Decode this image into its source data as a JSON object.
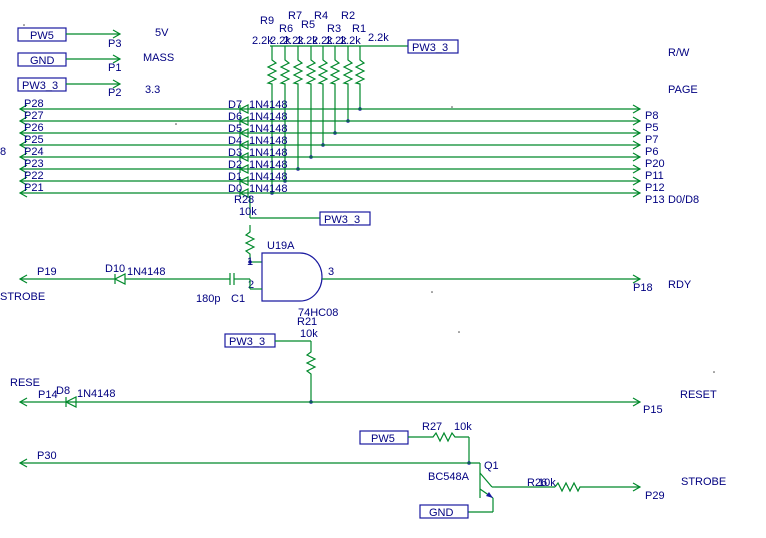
{
  "power_labels": {
    "pw5": "PW5",
    "gnd": "GND",
    "pw3_3": "PW3_3"
  },
  "top": {
    "p3": "P3",
    "p3_val": "5V",
    "p1": "P1",
    "p1_val": "MASS",
    "p2": "P2",
    "p2_val": "3.3"
  },
  "resistors_top": [
    {
      "ref": "R9",
      "val": "2.2k"
    },
    {
      "ref": "R6",
      "val": "2.2k"
    },
    {
      "ref": "R7",
      "val": "2.2k"
    },
    {
      "ref": "R5",
      "val": "2.2k"
    },
    {
      "ref": "R4",
      "val": "2.2k"
    },
    {
      "ref": "R3",
      "val": "2.2k"
    },
    {
      "ref": "R2",
      "val": "2.2k"
    },
    {
      "ref": "R1",
      "val": "2.2k"
    }
  ],
  "buses": [
    {
      "left": "P28",
      "diode": "D7",
      "right": "P8"
    },
    {
      "left": "P27",
      "diode": "D6",
      "right": "P5"
    },
    {
      "left": "P26",
      "diode": "D5",
      "right": "P7"
    },
    {
      "left": "P25",
      "diode": "D4",
      "right": "P6"
    },
    {
      "left": "P24",
      "diode": "D3",
      "right": "P20"
    },
    {
      "left": "P23",
      "diode": "D2",
      "right": "P11"
    },
    {
      "left": "P22",
      "diode": "D1",
      "right": "P12"
    },
    {
      "left": "P21",
      "diode": "D0",
      "right": "P13"
    }
  ],
  "diode_part": "1N4148",
  "left_edge_8": "8",
  "right_labels": {
    "rw": "R/W",
    "page": "PAGE",
    "d0d8": "D0/D8",
    "rdy": "RDY",
    "reset": "RESET",
    "strobe": "STROBE"
  },
  "r28": {
    "ref": "R28",
    "val": "10k"
  },
  "u19": {
    "ref": "U19A",
    "part": "74HC08",
    "pin1": "1",
    "pin2": "2",
    "pin3": "3"
  },
  "p19": "P19",
  "strobe_left": "STROBE",
  "d10": {
    "ref": "D10",
    "part": "1N4148"
  },
  "c1": {
    "ref": "C1",
    "val": "180p"
  },
  "p18": "P18",
  "r21": {
    "ref": "R21",
    "val": "10k"
  },
  "rese_left": "RESE",
  "p14": "P14",
  "d8": {
    "ref": "D8",
    "part": "1N4148"
  },
  "p15": "P15",
  "r27": {
    "ref": "R27",
    "val": "10k"
  },
  "p30": "P30",
  "q1": {
    "ref": "Q1",
    "part": "BC548A"
  },
  "r26": {
    "ref": "R26",
    "val": "10k"
  },
  "p29": "P29"
}
